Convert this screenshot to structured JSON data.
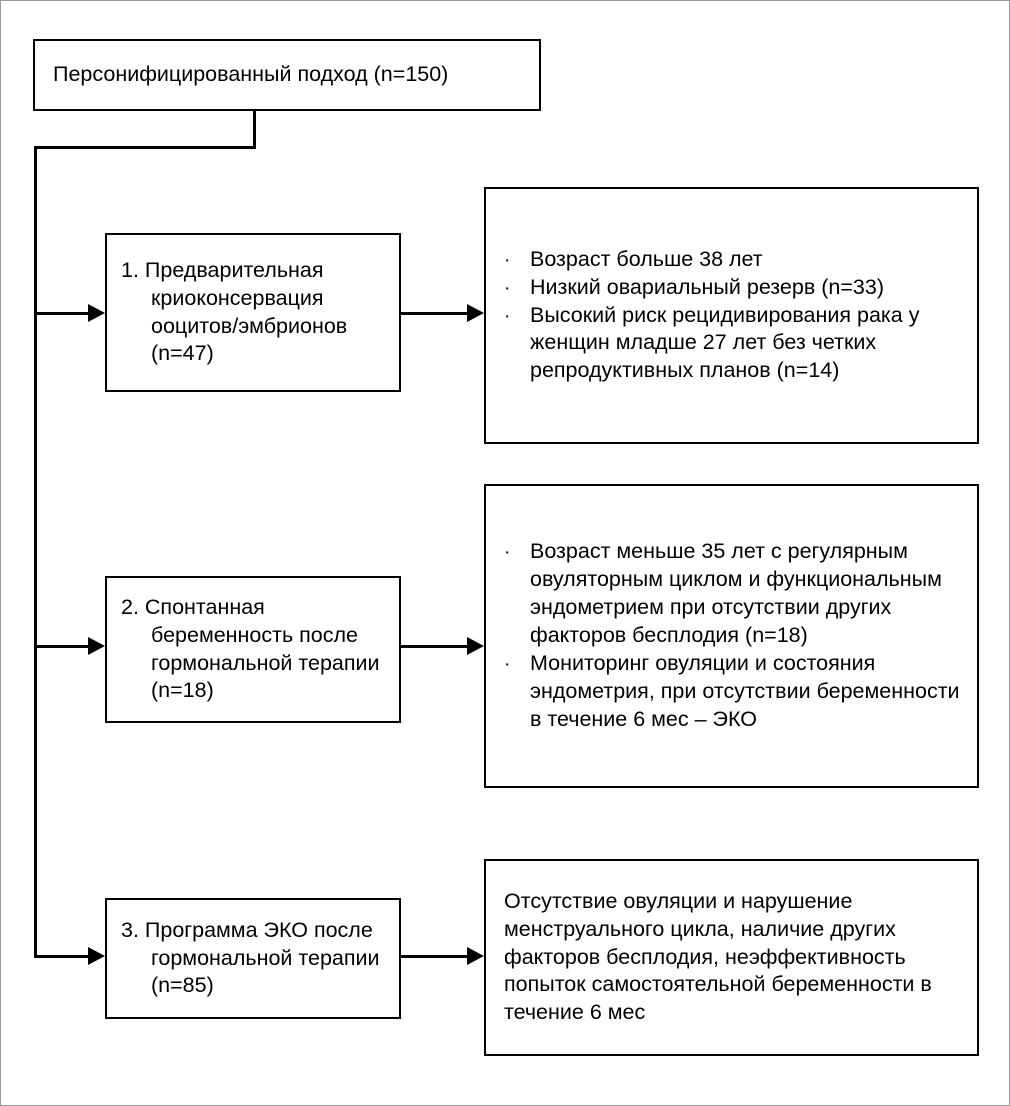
{
  "diagram": {
    "title": "Персонифицированный подход (n=150)",
    "root": {
      "label": "Персонифицированный подход (n=150)"
    },
    "branches": [
      {
        "id": "branch-1",
        "option_label": "1. Предварительная криоконсервация ооцитов/эмбрионов (n=47)",
        "detail_type": "bullets",
        "bullet_marker": "·",
        "details": [
          "Возраст больше 38 лет",
          "Низкий овариальный резерв (n=33)",
          "Высокий риск рецидивирования рака у женщин младше 27 лет без четких репродуктивных планов (n=14)"
        ]
      },
      {
        "id": "branch-2",
        "option_label": "2. Спонтанная беременность после гормональной терапии (n=18)",
        "detail_type": "bullets",
        "bullet_marker": "·",
        "details": [
          "Возраст меньше 35 лет с регулярным овуляторным циклом и функциональным эндометрием при отсутствии других факторов бесплодия (n=18)",
          "Мониторинг овуляции и состояния эндометрия, при отсутствии беременности в течение 6 мес – ЭКО"
        ]
      },
      {
        "id": "branch-3",
        "option_label": "3. Программа ЭКО после гормональной терапии (n=85)",
        "detail_type": "paragraph",
        "bullet_marker": "",
        "details": [
          "Отсутствие овуляции и нарушение менструального цикла, наличие других факторов бесплодия, неэффективность попыток самостоятельной беременности в течение 6 мес"
        ]
      }
    ],
    "colors": {
      "stroke": "#000000",
      "background": "#ffffff",
      "frame": "#9a9a9a"
    }
  }
}
